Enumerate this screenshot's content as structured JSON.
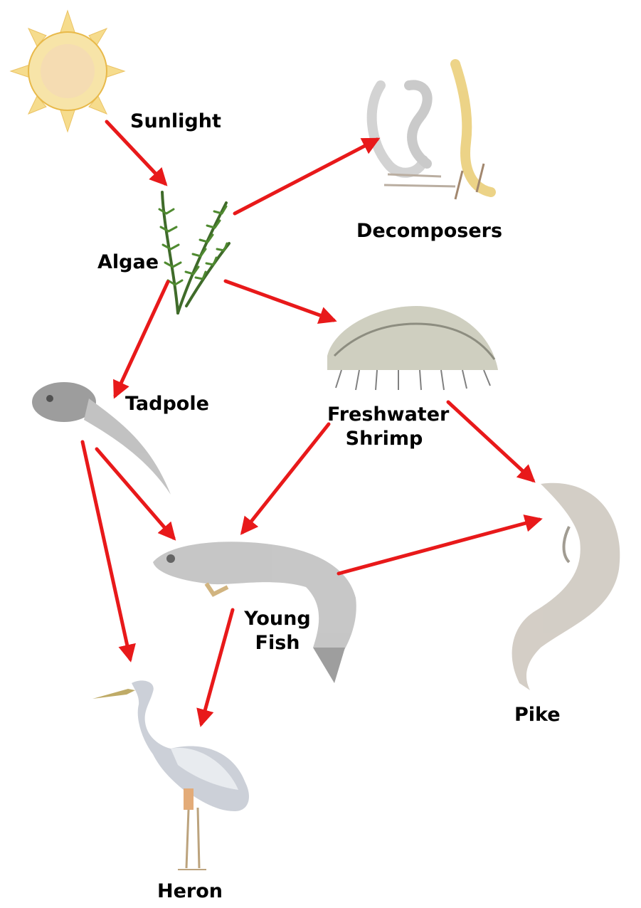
{
  "nodes": {
    "sunlight": {
      "label": "Sunlight",
      "icon": "sun-icon"
    },
    "algae": {
      "label": "Algae",
      "icon": "algae-icon"
    },
    "decomposers": {
      "label": "Decomposers",
      "icon": "decomposers-icon"
    },
    "tadpole": {
      "label": "Tadpole",
      "icon": "tadpole-icon"
    },
    "shrimp": {
      "label_line1": "Freshwater",
      "label_line2": "Shrimp",
      "icon": "shrimp-icon"
    },
    "young_fish": {
      "label_line1": "Young",
      "label_line2": "Fish",
      "icon": "fish-icon"
    },
    "pike": {
      "label": "Pike",
      "icon": "pike-icon"
    },
    "heron": {
      "label": "Heron",
      "icon": "heron-icon"
    }
  },
  "edges": [
    {
      "from": "Sunlight",
      "to": "Algae"
    },
    {
      "from": "Algae",
      "to": "Decomposers"
    },
    {
      "from": "Algae",
      "to": "Tadpole"
    },
    {
      "from": "Algae",
      "to": "Freshwater Shrimp"
    },
    {
      "from": "Tadpole",
      "to": "Young Fish"
    },
    {
      "from": "Tadpole",
      "to": "Heron"
    },
    {
      "from": "Freshwater Shrimp",
      "to": "Young Fish"
    },
    {
      "from": "Freshwater Shrimp",
      "to": "Pike"
    },
    {
      "from": "Young Fish",
      "to": "Pike"
    },
    {
      "from": "Young Fish",
      "to": "Heron"
    }
  ],
  "colors": {
    "arrow": "#e8191a",
    "label": "#000000"
  }
}
